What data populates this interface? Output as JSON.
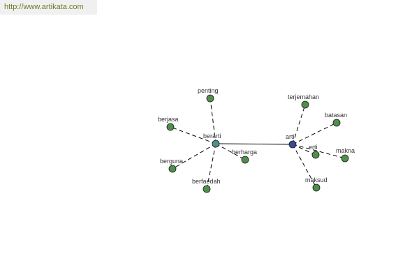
{
  "source_url": "http://www.artikata.com",
  "colors": {
    "leaf_fill": "#4f8f4a",
    "hub_berarti_fill": "#4f8f8a",
    "hub_arti_fill": "#3a4a90",
    "node_stroke": "#1a1a1a",
    "edge": "#000000"
  },
  "hubs": [
    {
      "id": "berarti",
      "label": "berarti"
    },
    {
      "id": "arti",
      "label": "arti"
    }
  ],
  "leaves": [
    {
      "id": "penting",
      "label": "penting",
      "hub": "berarti"
    },
    {
      "id": "berjasa",
      "label": "berjasa",
      "hub": "berarti"
    },
    {
      "id": "berguna",
      "label": "berguna",
      "hub": "berarti"
    },
    {
      "id": "berfaedah",
      "label": "berfaedah",
      "hub": "berarti"
    },
    {
      "id": "berharga",
      "label": "berharga",
      "hub": "berarti"
    },
    {
      "id": "terjemahan",
      "label": "terjemahan",
      "hub": "arti"
    },
    {
      "id": "batasan",
      "label": "batasan",
      "hub": "arti"
    },
    {
      "id": "erti",
      "label": "erti",
      "hub": "arti"
    },
    {
      "id": "makna",
      "label": "makna",
      "hub": "arti"
    },
    {
      "id": "maksud",
      "label": "maksud",
      "hub": "arti"
    }
  ],
  "hub_link": [
    "berarti",
    "arti"
  ]
}
